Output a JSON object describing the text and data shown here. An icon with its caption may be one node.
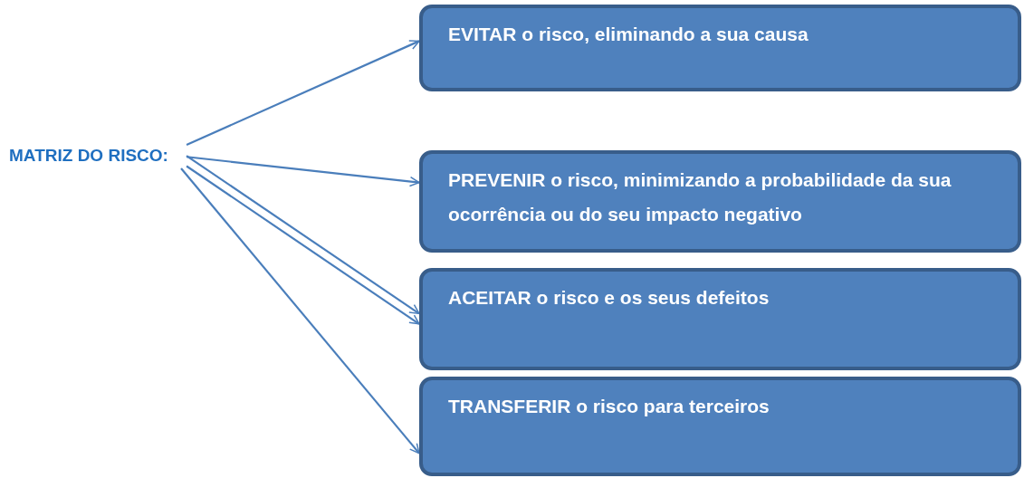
{
  "diagram": {
    "nodes": [
      {
        "text": [
          "MATRIZ DO RISCO:"
        ]
      },
      {
        "text": [
          "EVITAR o risco, eliminando a sua causa"
        ]
      },
      {
        "text": [
          "PREVENIR o risco, minimizando a probabilidade da sua ocorrência ou do seu impacto negativo"
        ]
      },
      {
        "text": [
          "ACEITAR o risco e os seus defeitos"
        ]
      },
      {
        "text": [
          "TRANSFERIR o risco para terceiros"
        ]
      }
    ],
    "edges": [
      {
        "from": 0,
        "to": 1,
        "arrow": "to"
      },
      {
        "from": 0,
        "to": 2,
        "arrow": "to"
      },
      {
        "from": 0,
        "to": 3,
        "arrow": "to"
      },
      {
        "from": 0,
        "to": 3,
        "arrow": "to"
      },
      {
        "from": 0,
        "to": 4,
        "arrow": "to"
      }
    ]
  }
}
